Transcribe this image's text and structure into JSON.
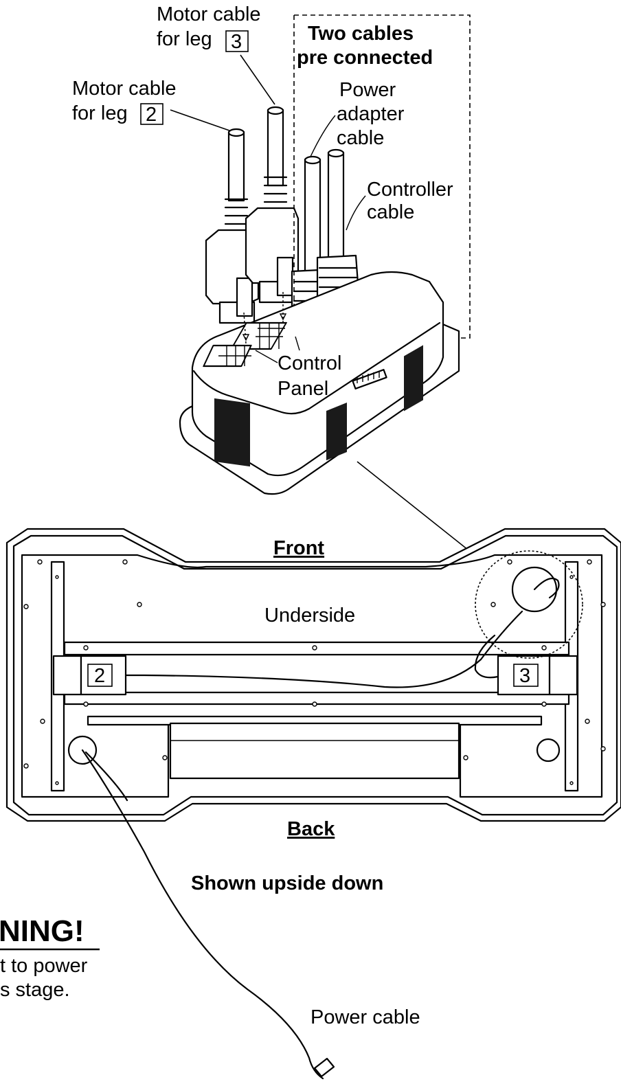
{
  "labels": {
    "motor_cable_leg3_line1": "Motor cable",
    "motor_cable_leg3_line2": "for leg",
    "leg3_number": "3",
    "motor_cable_leg2_line1": "Motor cable",
    "motor_cable_leg2_line2": "for leg",
    "leg2_number": "2",
    "precon_line1": "Two cables",
    "precon_line2": "pre connected",
    "power_adapter_line1": "Power",
    "power_adapter_line2": "adapter",
    "power_adapter_line3": "cable",
    "controller_line1": "Controller",
    "controller_line2": "cable",
    "control_panel_line1": "Control",
    "control_panel_line2": "Panel",
    "front": "Front",
    "underside": "Underside",
    "leg2_box": "2",
    "leg3_box": "3",
    "back": "Back",
    "shown_upside_down": "Shown upside down",
    "warning_title": "NING!",
    "warning_line1": "t to power",
    "warning_line2": "s stage.",
    "power_cable": "Power cable"
  }
}
